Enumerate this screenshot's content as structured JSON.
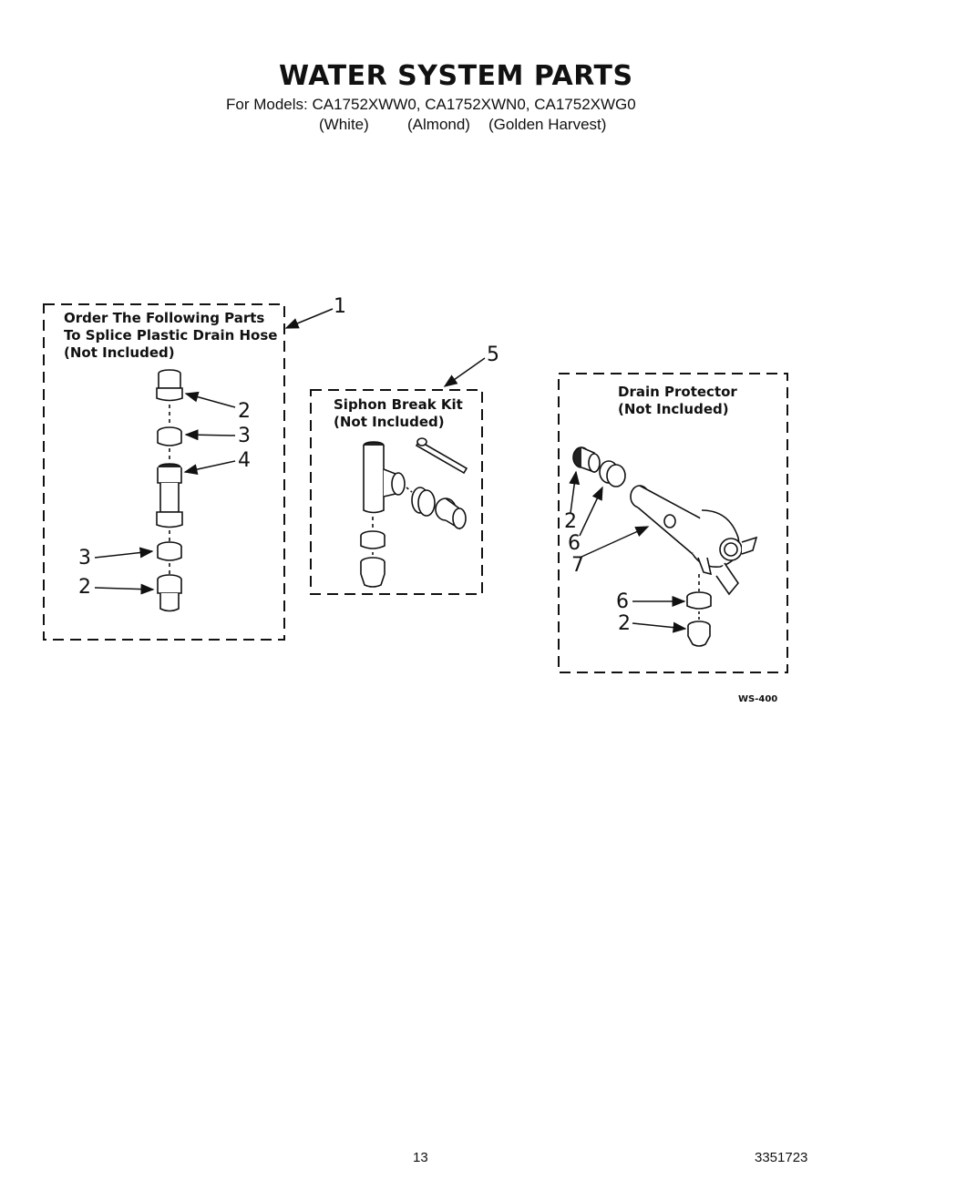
{
  "header": {
    "title": "WATER SYSTEM PARTS",
    "models_line": "For Models: CA1752XWW0, CA1752XWN0, CA1752XWG0",
    "colors": [
      "(White)",
      "(Almond)",
      "(Golden Harvest)"
    ]
  },
  "groups": {
    "splice": {
      "label_lines": [
        "Order The Following Parts",
        "To Splice Plastic Drain Hose",
        "(Not Included)"
      ],
      "callout": "1",
      "part_numbers": [
        "2",
        "3",
        "4",
        "3",
        "2"
      ]
    },
    "siphon": {
      "label_lines": [
        "Siphon Break Kit",
        "(Not Included)"
      ],
      "callout": "5"
    },
    "drain": {
      "label_lines": [
        "Drain Protector",
        "(Not Included)"
      ],
      "part_numbers": [
        "2",
        "6",
        "7",
        "6",
        "2"
      ]
    }
  },
  "diagram_code": "WS-400",
  "footer": {
    "page_number": "13",
    "doc_number": "3351723"
  }
}
